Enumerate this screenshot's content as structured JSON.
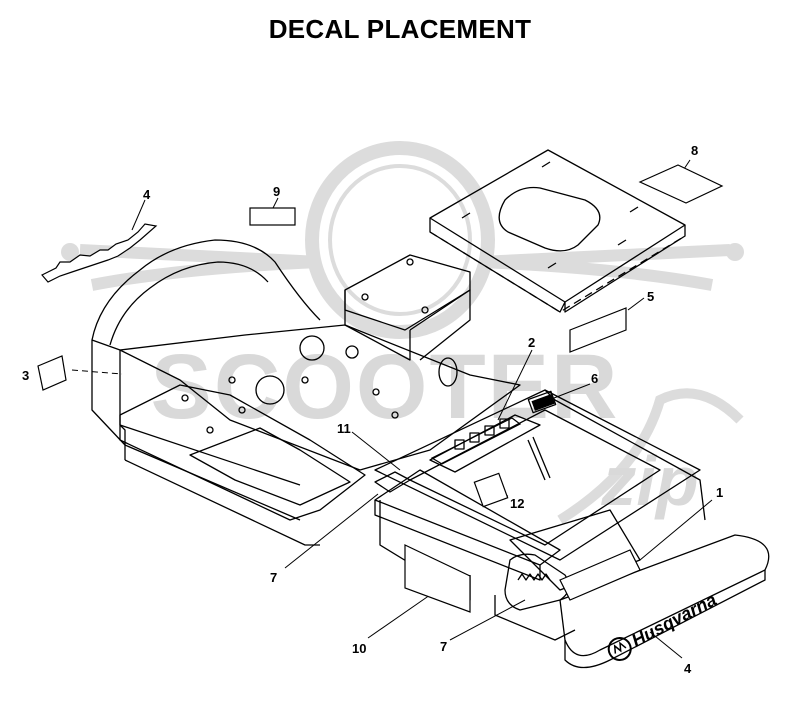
{
  "title": "DECAL PLACEMENT",
  "watermark": {
    "text": "SCOOTER",
    "script": "zip",
    "color": "#d9d9d9"
  },
  "brand": {
    "name": "Husqvarna"
  },
  "callouts": [
    {
      "id": "c1",
      "label": "1"
    },
    {
      "id": "c2",
      "label": "2"
    },
    {
      "id": "c3",
      "label": "3"
    },
    {
      "id": "c4a",
      "label": "4"
    },
    {
      "id": "c4b",
      "label": "4"
    },
    {
      "id": "c5",
      "label": "5"
    },
    {
      "id": "c6",
      "label": "6"
    },
    {
      "id": "c7a",
      "label": "7"
    },
    {
      "id": "c7b",
      "label": "7"
    },
    {
      "id": "c8",
      "label": "8"
    },
    {
      "id": "c9",
      "label": "9"
    },
    {
      "id": "c10",
      "label": "10"
    },
    {
      "id": "c11",
      "label": "11"
    },
    {
      "id": "c12",
      "label": "12"
    }
  ]
}
